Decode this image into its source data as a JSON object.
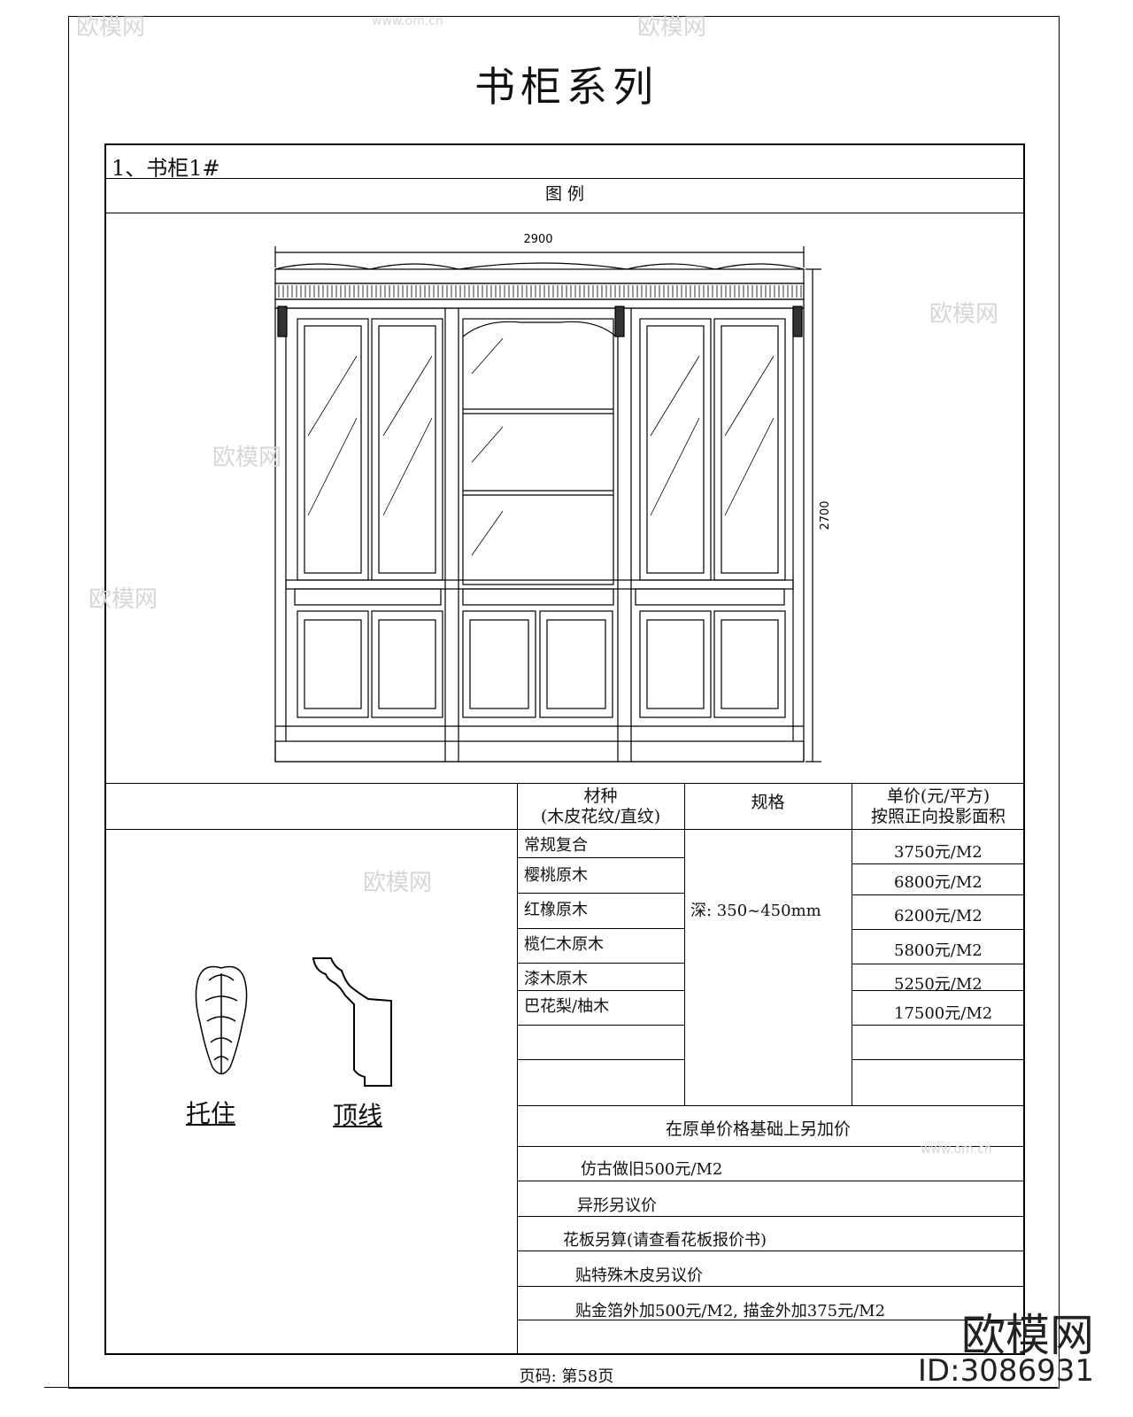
{
  "page_title": "书柜系列",
  "section_title": "1、书柜1#",
  "legend_label": "图 例",
  "drawing": {
    "width_dim": "2900",
    "height_dim": "2700"
  },
  "table": {
    "headers": {
      "material_line1": "材种",
      "material_line2": "(木皮花纹/直纹)",
      "spec": "规格",
      "price_line1": "单价(元/平方)",
      "price_line2": "按照正向投影面积"
    },
    "materials": [
      "常规复合",
      "樱桃原木",
      "红橡原木",
      "榄仁木原木",
      "漆木原木",
      "巴花梨/柚木"
    ],
    "spec_value": "深: 350~450mm",
    "prices": [
      "3750元/M2",
      "6800元/M2",
      "6200元/M2",
      "5800元/M2",
      "5250元/M2",
      "17500元/M2"
    ],
    "surcharge_header": "在原单价格基础上另加价",
    "surcharges": [
      "仿古做旧500元/M2",
      "异形另议价",
      "花板另算(请查看花板报价书)",
      "贴特殊木皮另议价",
      "贴金箔外加500元/M2, 描金外加375元/M2"
    ]
  },
  "parts": {
    "corbel_label": "托住",
    "crown_label": "顶线"
  },
  "footer": "页码: 第58页",
  "watermark": {
    "brand": "欧模网",
    "url": "www.om.cn",
    "id": "ID:3086931"
  }
}
